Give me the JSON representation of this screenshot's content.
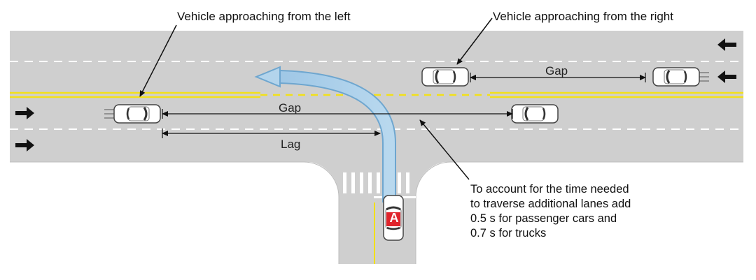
{
  "labels": {
    "left_vehicle": "Vehicle approaching from the left",
    "right_vehicle": "Vehicle approaching from the right",
    "gap_upper": "Gap",
    "gap_lower": "Gap",
    "lag": "Lag",
    "subject_vehicle": "A"
  },
  "note": {
    "lines": [
      "To account for the time needed",
      "to traverse additional lanes add",
      "0.5 s for passenger cars and",
      "0.7 s for trucks"
    ]
  },
  "colors": {
    "road": "#cfcfcf",
    "lane_dash": "#ffffff",
    "center_line": "#f2e01a",
    "turn_path": "#a9cfe9",
    "car_marker": "#e0242c",
    "arrow": "#111111"
  },
  "icons": {
    "direction_arrow": "filled-arrow",
    "vehicle": "top-view-car"
  }
}
